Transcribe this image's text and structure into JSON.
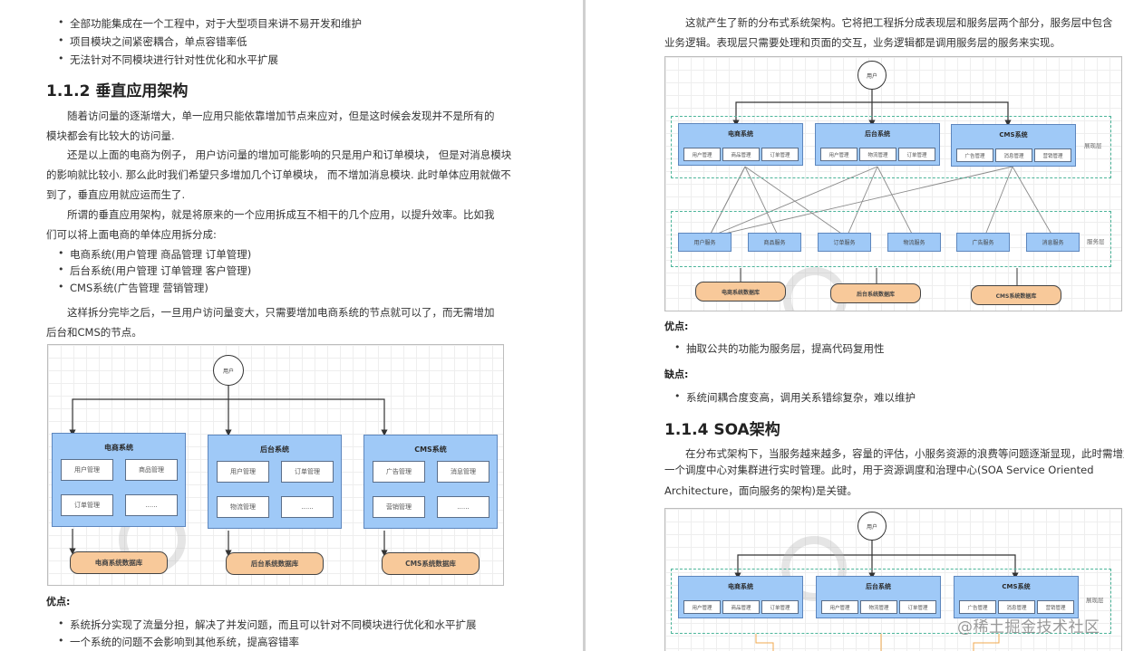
{
  "left_page": {
    "top_bullets": [
      "全部功能集成在一个工程中，对于大型项目来讲不易开发和维护",
      "项目模块之间紧密耦合，单点容错率低",
      "无法针对不同模块进行针对性优化和水平扩展"
    ],
    "section_heading": "1.1.2 垂直应用架构",
    "paragraphs": [
      "随着访问量的逐渐增大，单一应用只能依靠增加节点来应对，但是这时候会发现并不是所有的模块都会有比较大的访问量.",
      "还是以上面的电商为例子， 用户访问量的增加可能影响的只是用户和订单模块， 但是对消息模块的影响就比较小. 那么此时我们希望只多增加几个订单模块， 而不增加消息模块. 此时单体应用就做不到了，垂直应用就应运而生了.",
      "所谓的垂直应用架构，就是将原来的一个应用拆成互不相干的几个应用，以提升效率。比如我们可以将上面电商的单体应用拆分成:"
    ],
    "split_bullets": [
      "电商系统(用户管理 商品管理 订单管理)",
      "后台系统(用户管理 订单管理 客户管理)",
      "CMS系统(广告管理 营销管理)"
    ],
    "after_paragraph": "这样拆分完毕之后，一旦用户访问量变大，只需要增加电商系统的节点就可以了，而无需增加后台和CMS的节点。",
    "diagram": {
      "user": "用户",
      "systems": [
        {
          "title": "电商系统",
          "modules": [
            "用户管理",
            "商品管理",
            "订单管理",
            "......"
          ],
          "database": "电商系统数据库"
        },
        {
          "title": "后台系统",
          "modules": [
            "用户管理",
            "订单管理",
            "物流管理",
            "......"
          ],
          "database": "后台系统数据库"
        },
        {
          "title": "CMS系统",
          "modules": [
            "广告管理",
            "消息管理",
            "营销管理",
            "......"
          ],
          "database": "CMS系统数据库"
        }
      ]
    },
    "pros_label": "优点:",
    "pros": [
      "系统拆分实现了流量分担，解决了并发问题，而且可以针对不同模块进行优化和水平扩展",
      "一个系统的问题不会影响到其他系统，提高容错率"
    ]
  },
  "right_page": {
    "intro_paragraph": "这就产生了新的分布式系统架构。它将把工程拆分成表现层和服务层两个部分，服务层中包含业务逻辑。表现层只需要处理和页面的交互，业务逻辑都是调用服务层的服务来实现。",
    "diagram": {
      "user": "用户",
      "presentation_label": "展现层",
      "service_label": "服务层",
      "systems": [
        {
          "title": "电商系统",
          "modules": [
            "用户管理",
            "商品管理",
            "订单管理"
          ]
        },
        {
          "title": "后台系统",
          "modules": [
            "用户管理",
            "物流管理",
            "订单管理"
          ]
        },
        {
          "title": "CMS系统",
          "modules": [
            "广告管理",
            "消息管理",
            "营销管理"
          ]
        }
      ],
      "services": [
        "用户服务",
        "商品服务",
        "订单服务",
        "物流服务",
        "广告服务",
        "消息服务"
      ],
      "databases": [
        "电商系统数据库",
        "后台系统数据库",
        "CMS系统数据库"
      ]
    },
    "pros_label": "优点:",
    "pros": [
      "抽取公共的功能为服务层，提高代码复用性"
    ],
    "cons_label": "缺点:",
    "cons": [
      "系统间耦合度变高，调用关系错综复杂，难以维护"
    ],
    "section_heading": "1.1.4 SOA架构",
    "soa_paragraph_line1": "在分布式架构下，当服务越来越多，容量的评估，小服务资源的浪费等问题逐渐显现，此时需增加",
    "soa_paragraph_line2": "一个调度中心对集群进行实时管理。此时，用于资源调度和治理中心(SOA Service Oriented",
    "soa_paragraph_line3": "Architecture，面向服务的架构)是关键。",
    "soa_diagram": {
      "user": "用户",
      "presentation_label": "展现层",
      "systems": [
        {
          "title": "电商系统",
          "modules": [
            "用户管理",
            "商品管理",
            "订单管理"
          ]
        },
        {
          "title": "后台系统",
          "modules": [
            "用户管理",
            "物流管理",
            "订单管理"
          ]
        },
        {
          "title": "CMS系统",
          "modules": [
            "广告管理",
            "消息管理",
            "营销管理"
          ]
        }
      ]
    },
    "site_watermark": "@稀土掘金技术社区"
  }
}
